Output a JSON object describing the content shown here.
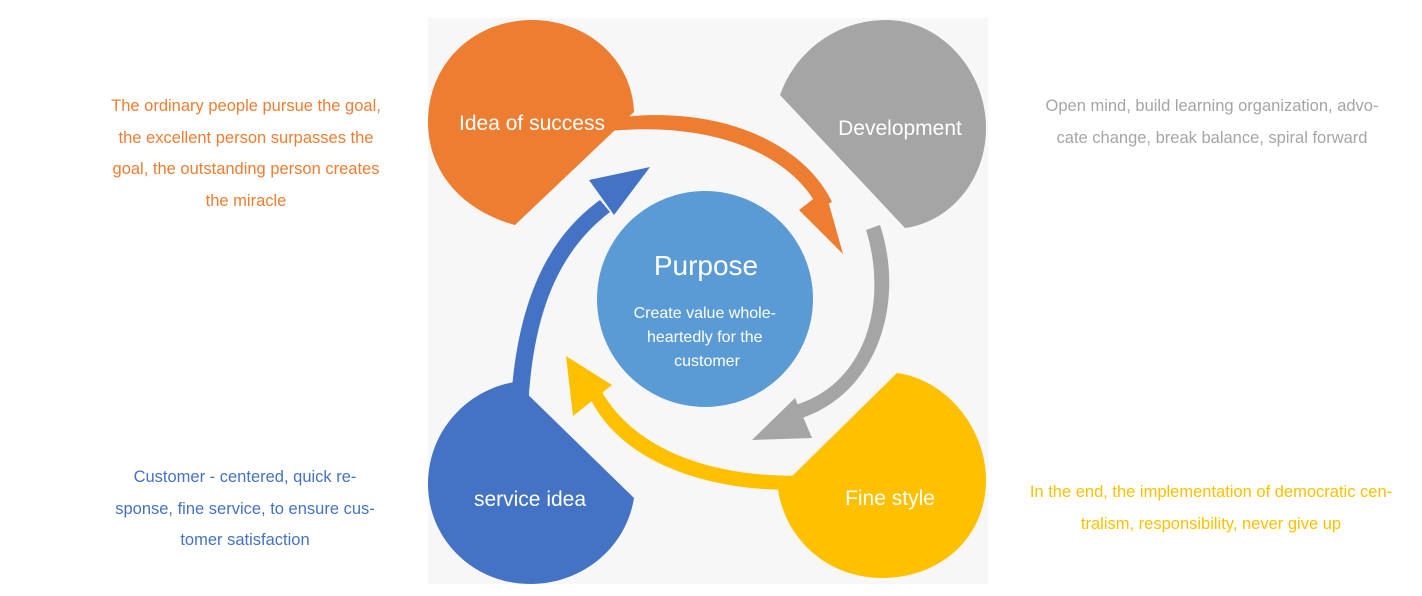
{
  "colors": {
    "orange": "#ED7D31",
    "gray": "#A5A5A5",
    "yellow": "#FFC000",
    "blue": "#4472C4",
    "center": "#5B9BD5",
    "panel": "#F7F7F7"
  },
  "center": {
    "title": "Purpose",
    "subtitle_lines": [
      "Create value whole-",
      "heartedly for the",
      "customer"
    ]
  },
  "nodes": {
    "success": {
      "label": "Idea of success"
    },
    "development": {
      "label": "Development"
    },
    "fine_style": {
      "label": "Fine style"
    },
    "service": {
      "label": "service idea"
    }
  },
  "descriptions": {
    "success": [
      "The ordinary people pursue the goal,",
      "the excellent person surpasses the",
      "goal, the outstanding person creates",
      "the miracle"
    ],
    "development": [
      "Open mind, build learning organization, advo-",
      "cate change, break balance, spiral forward"
    ],
    "service": [
      "Customer - centered, quick re-",
      "sponse, fine service, to ensure cus-",
      "tomer satisfaction"
    ],
    "fine_style": [
      "In the end, the implementation of democratic cen-",
      "tralism, responsibility, never give up"
    ]
  }
}
